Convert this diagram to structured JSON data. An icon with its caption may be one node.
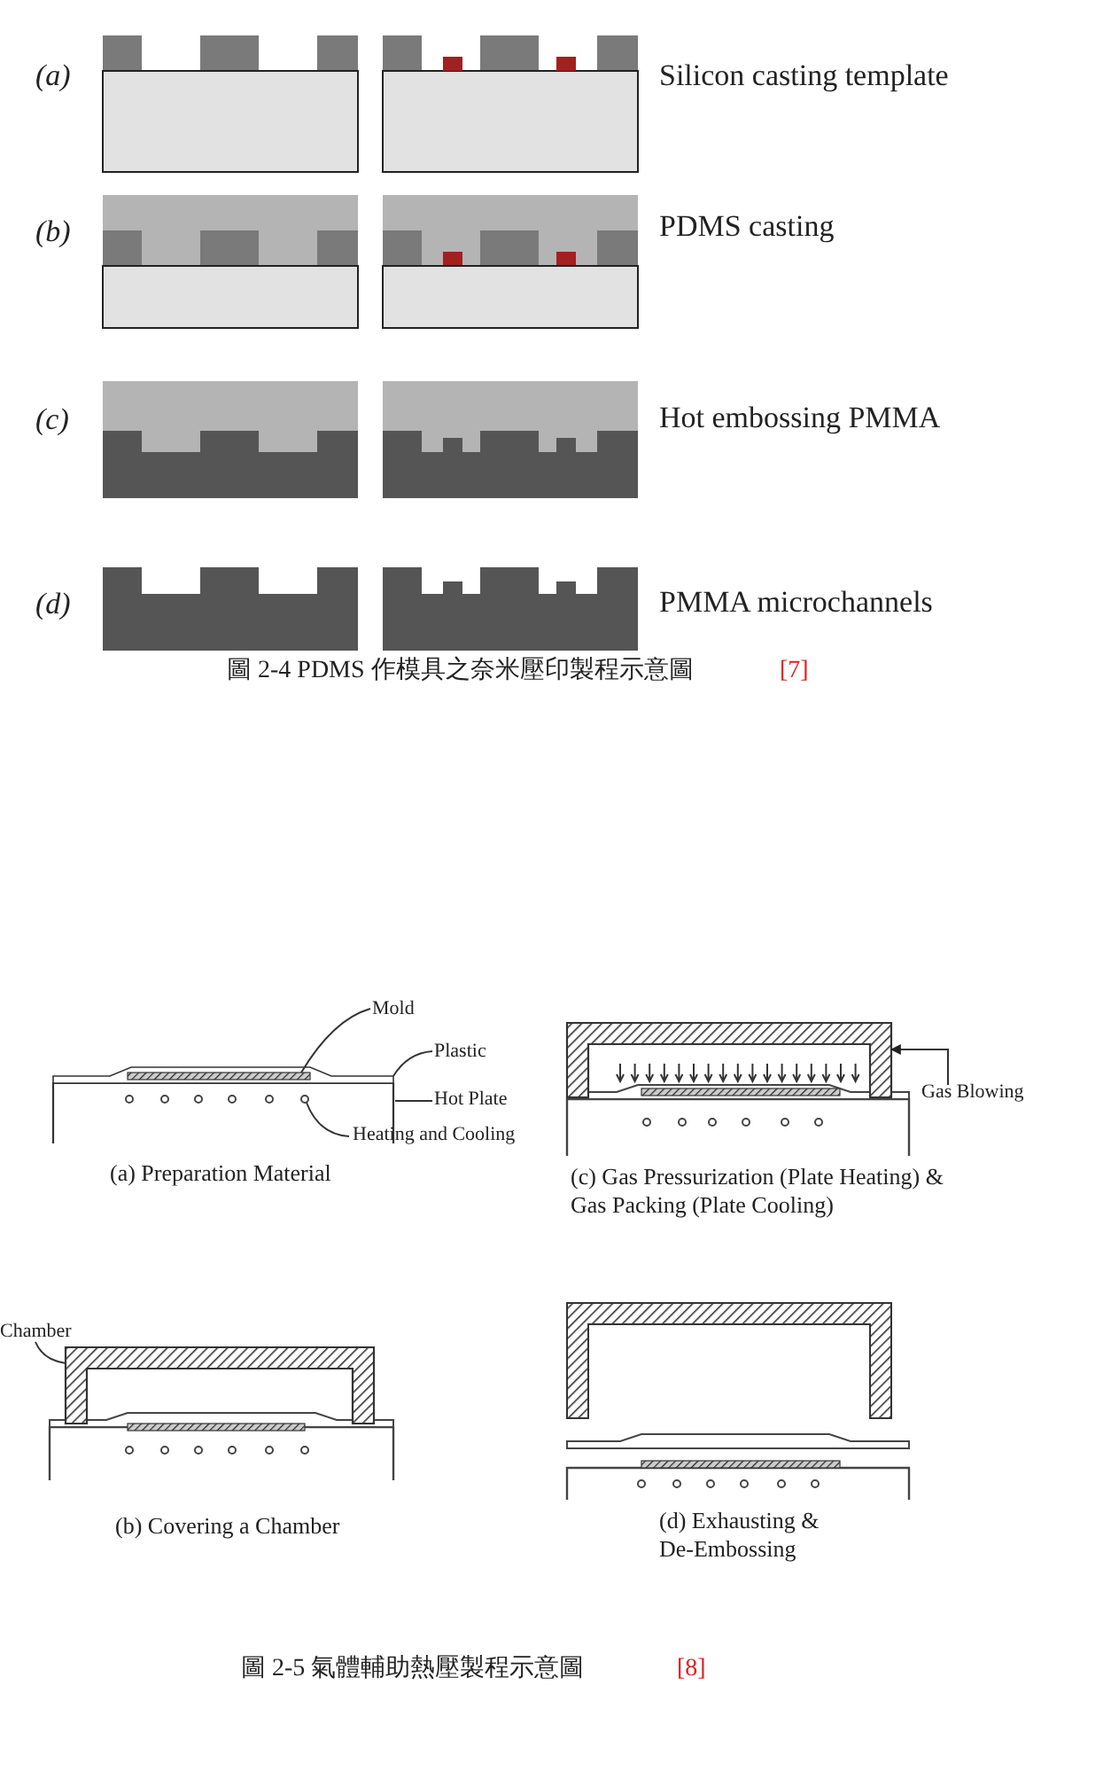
{
  "diagram": {
    "nodes": [
      {
        "text": [
          "Mold"
        ]
      },
      {
        "text": [],
        "shape": "bar",
        "in": 3
      },
      {
        "text": [
          "Plastic"
        ]
      },
      {
        "text": [],
        "shape": "bar"
      },
      {
        "text": [
          "Hot Plate"
        ]
      },
      {
        "text": [],
        "shape": "box"
      },
      {
        "text": [
          "Heating and Cooling"
        ]
      },
      {
        "text": [],
        "shape": "circle",
        "in": 5
      },
      {
        "text": [
          "Chamber"
        ]
      },
      {
        "text": [],
        "shape": "box"
      },
      {
        "text": [
          "Gas Blowing"
        ]
      },
      {
        "text": [],
        "shape": "box"
      }
    ],
    "edges": [
      {
        "from": 0,
        "to": 1,
        "arrow": "none"
      },
      {
        "from": 2,
        "to": 3,
        "arrow": "none"
      },
      {
        "from": 4,
        "to": 5,
        "arrow": "none"
      },
      {
        "from": 6,
        "to": 7,
        "arrow": "none"
      },
      {
        "from": 8,
        "to": 9,
        "arrow": "none"
      },
      {
        "from": 10,
        "to": 11,
        "arrow": "to"
      }
    ],
    "labels": [
      "(a)",
      "Silicon casting template",
      "(b)",
      "PDMS casting",
      "(c)",
      "Hot embossing PMMA",
      "(d)",
      "PMMA microchannels",
      "圖 2-4 PDMS 作模具之奈米壓印製程示意圖",
      "[7]",
      "(a) Preparation Material",
      "(c) Gas Pressurization (Plate Heating) & Gas Packing (Plate Cooling)",
      "(b) Covering a Chamber",
      "(d) Exhausting & De-Embossing",
      "圖 2-5 氣體輔助熱壓製程示意圖",
      "[8]"
    ]
  }
}
